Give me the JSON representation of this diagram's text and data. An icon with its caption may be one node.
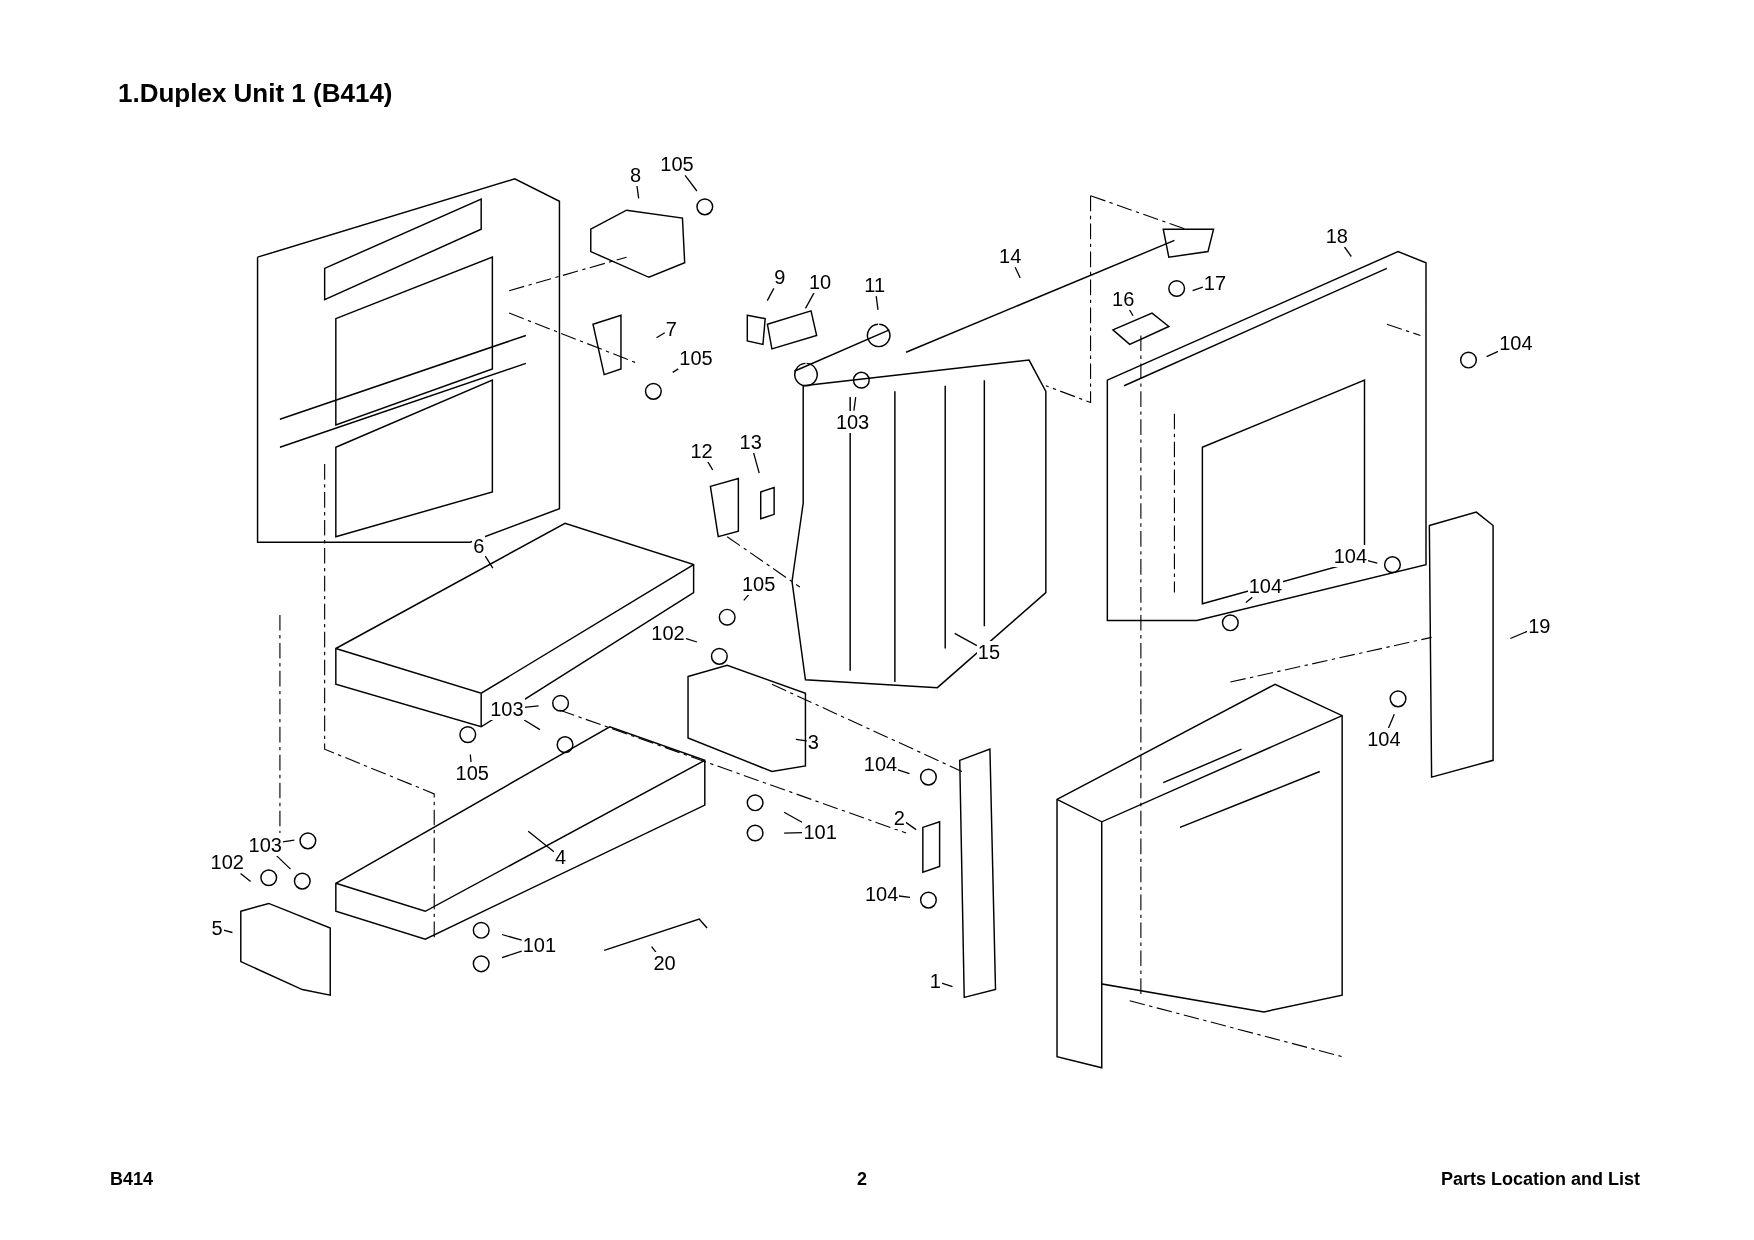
{
  "diagram": {
    "title": "1.Duplex Unit 1 (B414)",
    "nodes": [
      {
        "text": [
          "8"
        ]
      },
      {
        "text": [
          "105"
        ]
      },
      {
        "text": [
          "7"
        ]
      },
      {
        "text": [
          "105"
        ]
      },
      {
        "text": [
          "9"
        ]
      },
      {
        "text": [
          "10"
        ]
      },
      {
        "text": [
          "11"
        ]
      },
      {
        "text": [
          "103"
        ]
      },
      {
        "text": [
          "14"
        ]
      },
      {
        "text": [
          "17"
        ]
      },
      {
        "text": [
          "16"
        ]
      },
      {
        "text": [
          "18"
        ]
      },
      {
        "text": [
          "104"
        ]
      },
      {
        "text": [
          "12"
        ]
      },
      {
        "text": [
          "13"
        ]
      },
      {
        "text": [
          "6"
        ]
      },
      {
        "text": [
          "105"
        ]
      },
      {
        "text": [
          "15"
        ]
      },
      {
        "text": [
          "104"
        ]
      },
      {
        "text": [
          "104"
        ]
      },
      {
        "text": [
          "19"
        ]
      },
      {
        "text": [
          "102"
        ]
      },
      {
        "text": [
          "103"
        ]
      },
      {
        "text": [
          "3"
        ]
      },
      {
        "text": [
          "105"
        ]
      },
      {
        "text": [
          "104"
        ]
      },
      {
        "text": [
          "104"
        ]
      },
      {
        "text": [
          "101"
        ]
      },
      {
        "text": [
          "2"
        ]
      },
      {
        "text": [
          "4"
        ]
      },
      {
        "text": [
          "103"
        ]
      },
      {
        "text": [
          "102"
        ]
      },
      {
        "text": [
          "104"
        ]
      },
      {
        "text": [
          "5"
        ]
      },
      {
        "text": [
          "101"
        ]
      },
      {
        "text": [
          "20"
        ]
      },
      {
        "text": [
          "1"
        ]
      }
    ],
    "edges": [
      {
        "from": 0,
        "to": null,
        "arrow": "none"
      },
      {
        "from": 1,
        "to": null,
        "arrow": "none"
      },
      {
        "from": 2,
        "to": null,
        "arrow": "none"
      },
      {
        "from": 3,
        "to": null,
        "arrow": "none"
      },
      {
        "from": 4,
        "to": null,
        "arrow": "none"
      },
      {
        "from": 5,
        "to": null,
        "arrow": "none"
      },
      {
        "from": 6,
        "to": null,
        "arrow": "none"
      },
      {
        "from": 7,
        "to": null,
        "arrow": "none"
      },
      {
        "from": 8,
        "to": null,
        "arrow": "none"
      },
      {
        "from": 9,
        "to": null,
        "arrow": "none"
      },
      {
        "from": 10,
        "to": null,
        "arrow": "none"
      },
      {
        "from": 11,
        "to": null,
        "arrow": "none"
      },
      {
        "from": 12,
        "to": null,
        "arrow": "none"
      },
      {
        "from": 13,
        "to": null,
        "arrow": "none"
      },
      {
        "from": 14,
        "to": null,
        "arrow": "none"
      },
      {
        "from": 15,
        "to": null,
        "arrow": "none"
      },
      {
        "from": 16,
        "to": null,
        "arrow": "none"
      },
      {
        "from": 17,
        "to": null,
        "arrow": "none"
      },
      {
        "from": 18,
        "to": null,
        "arrow": "none"
      },
      {
        "from": 19,
        "to": null,
        "arrow": "none"
      },
      {
        "from": 20,
        "to": null,
        "arrow": "none"
      },
      {
        "from": 21,
        "to": null,
        "arrow": "none"
      },
      {
        "from": 22,
        "to": null,
        "arrow": "none"
      },
      {
        "from": 22,
        "to": null,
        "arrow": "none"
      },
      {
        "from": 23,
        "to": null,
        "arrow": "none"
      },
      {
        "from": 24,
        "to": null,
        "arrow": "none"
      },
      {
        "from": 25,
        "to": null,
        "arrow": "none"
      },
      {
        "from": 26,
        "to": null,
        "arrow": "none"
      },
      {
        "from": 27,
        "to": null,
        "arrow": "none"
      },
      {
        "from": 27,
        "to": null,
        "arrow": "none"
      },
      {
        "from": 28,
        "to": null,
        "arrow": "none"
      },
      {
        "from": 29,
        "to": null,
        "arrow": "none"
      },
      {
        "from": 30,
        "to": null,
        "arrow": "none"
      },
      {
        "from": 30,
        "to": null,
        "arrow": "none"
      },
      {
        "from": 31,
        "to": null,
        "arrow": "none"
      },
      {
        "from": 32,
        "to": null,
        "arrow": "none"
      },
      {
        "from": 33,
        "to": null,
        "arrow": "none"
      },
      {
        "from": 34,
        "to": null,
        "arrow": "none"
      },
      {
        "from": 34,
        "to": null,
        "arrow": "none"
      },
      {
        "from": 35,
        "to": null,
        "arrow": "none"
      },
      {
        "from": 36,
        "to": null,
        "arrow": "none"
      }
    ],
    "labels": [
      "B414",
      "2",
      "Parts Location and List"
    ]
  }
}
